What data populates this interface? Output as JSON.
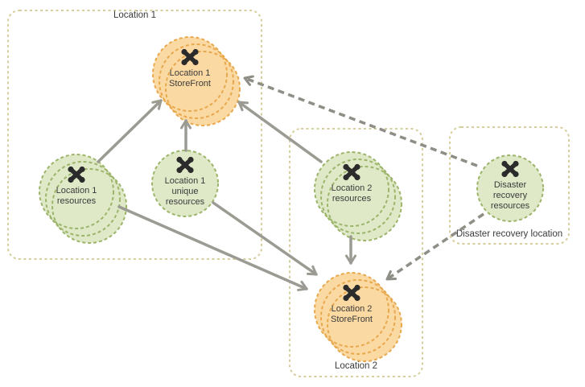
{
  "diagram": {
    "groups": [
      {
        "id": "location-1",
        "label": "Location 1"
      },
      {
        "id": "location-2",
        "label": "Location 2"
      },
      {
        "id": "disaster-recovery",
        "label": "Disaster recovery location"
      }
    ],
    "nodes": [
      {
        "id": "l1-storefront",
        "lines": [
          "Location 1",
          "StoreFront"
        ],
        "type": "storefront",
        "stacked": true,
        "group": "location-1",
        "icon": "cluster-icon"
      },
      {
        "id": "l1-resources",
        "lines": [
          "Location 1",
          "resources"
        ],
        "type": "resources",
        "stacked": true,
        "group": "location-1",
        "icon": "cluster-icon"
      },
      {
        "id": "l1-unique-resources",
        "lines": [
          "Location 1",
          "unique",
          "resources"
        ],
        "type": "resources",
        "stacked": false,
        "group": "location-1",
        "icon": "cluster-icon"
      },
      {
        "id": "l2-resources",
        "lines": [
          "Location 2",
          "resources"
        ],
        "type": "resources",
        "stacked": true,
        "group": "location-2",
        "icon": "cluster-icon"
      },
      {
        "id": "l2-storefront",
        "lines": [
          "Location 2",
          "StoreFront"
        ],
        "type": "storefront",
        "stacked": true,
        "group": "location-2",
        "icon": "cluster-icon"
      },
      {
        "id": "dr-resources",
        "lines": [
          "Disaster",
          "recovery",
          "resources"
        ],
        "type": "resources",
        "stacked": false,
        "group": "disaster-recovery",
        "icon": "cluster-icon"
      }
    ],
    "connections": [
      {
        "from": "l1-resources",
        "to": "l1-storefront",
        "style": "solid"
      },
      {
        "from": "l1-unique-resources",
        "to": "l1-storefront",
        "style": "solid"
      },
      {
        "from": "l2-resources",
        "to": "l1-storefront",
        "style": "solid"
      },
      {
        "from": "l1-resources",
        "to": "l2-storefront",
        "style": "solid"
      },
      {
        "from": "l1-unique-resources",
        "to": "l2-storefront",
        "style": "solid"
      },
      {
        "from": "l2-resources",
        "to": "l2-storefront",
        "style": "solid"
      },
      {
        "from": "dr-resources",
        "to": "l1-storefront",
        "style": "dashed"
      },
      {
        "from": "dr-resources",
        "to": "l2-storefront",
        "style": "dashed"
      }
    ],
    "palette": {
      "storefront_fill": "#FBD9A3",
      "storefront_border": "#E8A94E",
      "resources_fill": "#DFE9C8",
      "resources_border": "#9CB56A",
      "group_border": "#D6CD9C",
      "arrow_solid": "#9B9B93",
      "arrow_dashed": "#8E8E86",
      "icon": "#2B2B2B",
      "text": "#3B3B3B",
      "background": "#FFFFFF"
    }
  }
}
